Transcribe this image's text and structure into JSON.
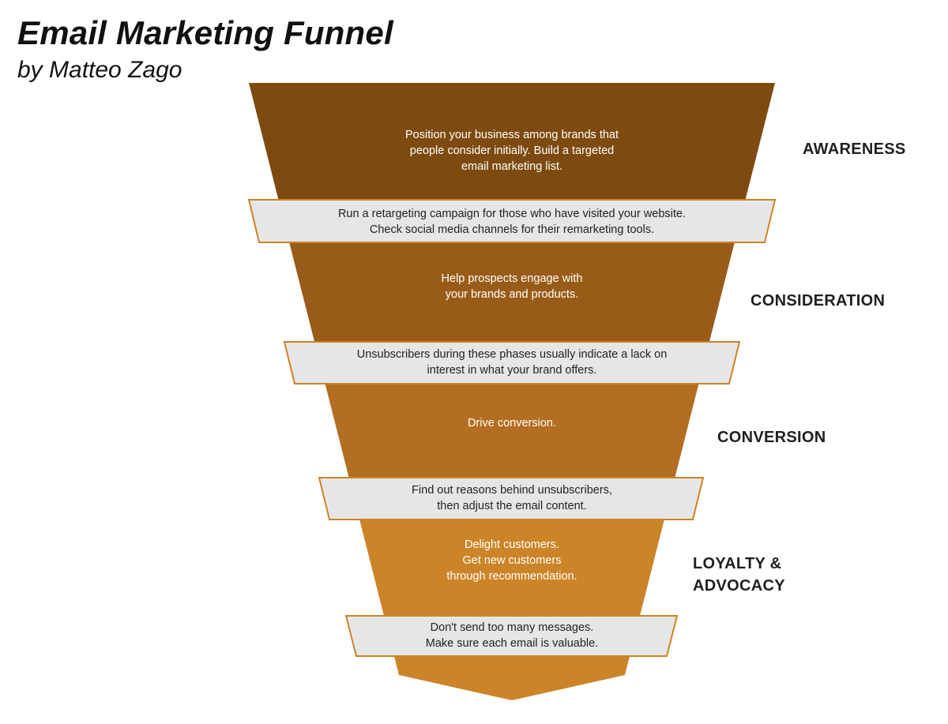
{
  "header": {
    "title": "Email Marketing Funnel",
    "subtitle": "by Matteo Zago"
  },
  "funnel": {
    "segments": [
      {
        "id": "awareness",
        "color": "#7d4a10",
        "lines": [
          "Position your business among brands that",
          "people consider initially. Build a targeted",
          "email marketing list."
        ]
      },
      {
        "id": "consideration",
        "color": "#995c18",
        "lines": [
          "Help prospects engage with",
          "your brands and products."
        ]
      },
      {
        "id": "conversion",
        "color": "#b36e21",
        "lines": [
          "Drive conversion."
        ]
      },
      {
        "id": "loyalty",
        "color": "#cc8428",
        "lines": [
          "Delight customers.",
          "Get new customers",
          "through recommendation."
        ]
      }
    ],
    "bands": [
      {
        "id": "band-1",
        "lines": [
          "Run a retargeting campaign for those who have visited your website.",
          "Check social media channels for their remarketing tools."
        ]
      },
      {
        "id": "band-2",
        "lines": [
          "Unsubscribers during these phases usually indicate a lack on",
          "interest in what your brand offers."
        ]
      },
      {
        "id": "band-3",
        "lines": [
          "Find out reasons behind unsubscribers,",
          "then adjust the email content."
        ]
      },
      {
        "id": "band-4",
        "lines": [
          "Don't send too many messages.",
          "Make sure each email is valuable."
        ]
      }
    ],
    "band_fill": "#e6e6e6",
    "band_stroke": "#cc8428"
  },
  "stages": {
    "awareness": [
      "AWARENESS"
    ],
    "consideration": [
      "CONSIDERATION"
    ],
    "conversion": [
      "CONVERSION"
    ],
    "loyalty": [
      "LOYALTY &",
      "ADVOCACY"
    ]
  }
}
